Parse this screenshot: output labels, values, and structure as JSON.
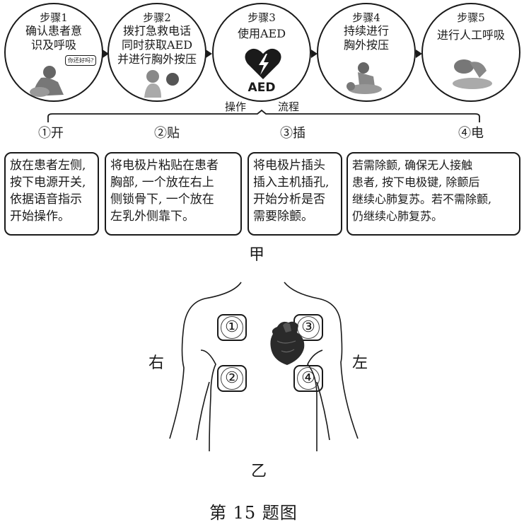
{
  "steps": [
    {
      "title": "步骤1",
      "text": "确认患者意识及呼吸",
      "lines": [
        "确认患者意",
        "识及呼吸"
      ],
      "bubble": "你还好吗?"
    },
    {
      "title": "步骤2",
      "text": "拨打急救电话同时获取AED并进行胸外按压",
      "lines": [
        "拨打急救电话",
        "同时获取AED",
        "并进行胸外按压"
      ]
    },
    {
      "title": "步骤3",
      "text": "使用AED",
      "lines": [
        "使用AED"
      ],
      "icon_label": "AED"
    },
    {
      "title": "步骤4",
      "text": "持续进行胸外按压",
      "lines": [
        "持续进行",
        "胸外按压"
      ]
    },
    {
      "title": "步骤5",
      "text": "进行人工呼吸",
      "lines": [
        "进行人工呼吸"
      ]
    }
  ],
  "brace_label": {
    "left": "操作",
    "right": "流程"
  },
  "operations": [
    {
      "label": "①开",
      "lines": [
        "放在患者左侧,",
        "按下电源开关,",
        "依据语音指示",
        "开始操作。"
      ]
    },
    {
      "label": "②贴",
      "lines": [
        "将电极片粘贴在患者",
        "胸部, 一个放在右上",
        "侧锁骨下, 一个放在",
        "左乳外侧靠下。"
      ]
    },
    {
      "label": "③插",
      "lines": [
        "将电极片插头",
        "插入主机插孔,",
        "开始分析是否",
        "需要除颤。"
      ]
    },
    {
      "label": "④电",
      "lines": [
        "若需除颤, 确保无人接触",
        "患者, 按下电极键, 除颤后",
        "继续心肺复苏。若不需除颤,",
        "仍继续心肺复苏。"
      ]
    }
  ],
  "figure_a_label": "甲",
  "body_diagram": {
    "right_label": "右",
    "left_label": "左",
    "pads": [
      "①",
      "②",
      "③",
      "④"
    ]
  },
  "figure_b_label": "乙",
  "caption": "第 15 题图",
  "colors": {
    "ink": "#1a1a1a",
    "background": "#ffffff"
  }
}
